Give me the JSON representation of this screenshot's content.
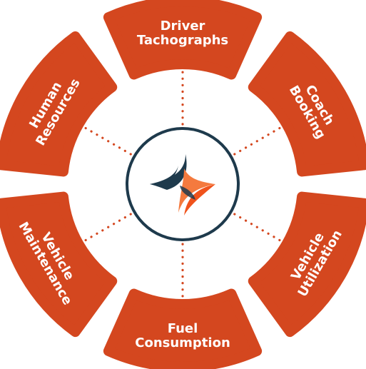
{
  "diagram": {
    "colors": {
      "segment": "#D4471F",
      "ring": "#1E3A4C",
      "dots": "#D4471F",
      "logo_dark": "#1E3A4C",
      "logo_orange": "#F0531C"
    },
    "segments": [
      {
        "id": "driver-tachographs",
        "line1": "Driver",
        "line2": "Tachographs"
      },
      {
        "id": "coach-booking",
        "line1": "Coach",
        "line2": "Booking"
      },
      {
        "id": "vehicle-utilization",
        "line1": "Vehicle",
        "line2": "Utilization"
      },
      {
        "id": "fuel-consumption",
        "line1": "Fuel",
        "line2": "Consumption"
      },
      {
        "id": "vehicle-maintenance",
        "line1": "Vehicle",
        "line2": "Maintenance"
      },
      {
        "id": "human-resources",
        "line1": "Human",
        "line2": "Resources"
      }
    ],
    "center_logo_icon": "four-point-star-logo-icon"
  }
}
